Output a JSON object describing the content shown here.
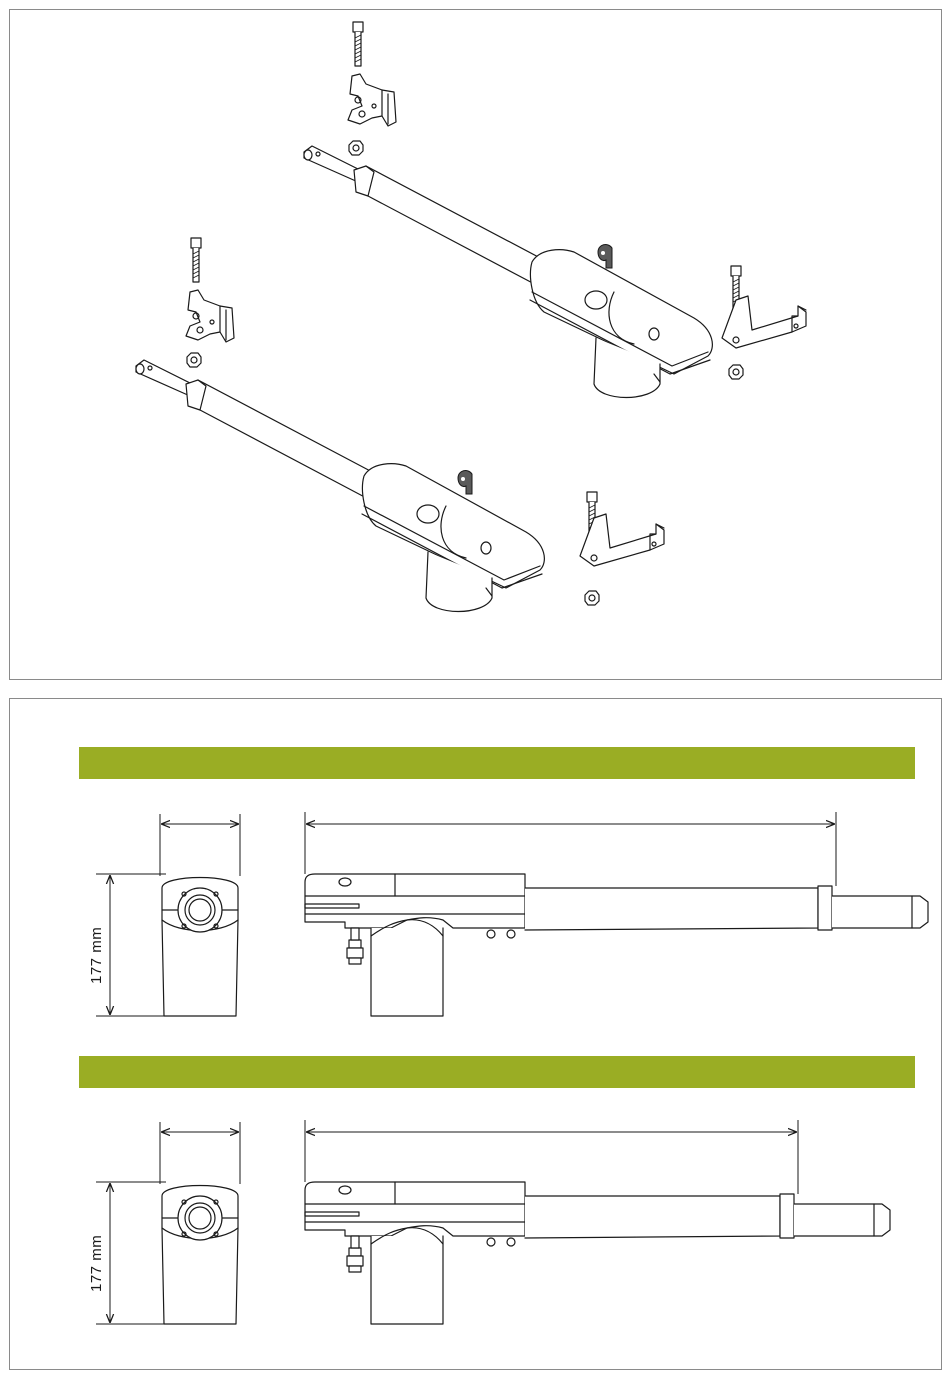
{
  "colors": {
    "band": "#9aad24",
    "frame": "#8a8a8a",
    "line": "#1a1a1a",
    "bracket_dark": "#5a5a5a"
  },
  "top_panel": {
    "content": "exploded-view-two-actuators"
  },
  "bottom_panel": {
    "views": [
      {
        "height_label": "177 mm"
      },
      {
        "height_label": "177 mm"
      }
    ]
  }
}
